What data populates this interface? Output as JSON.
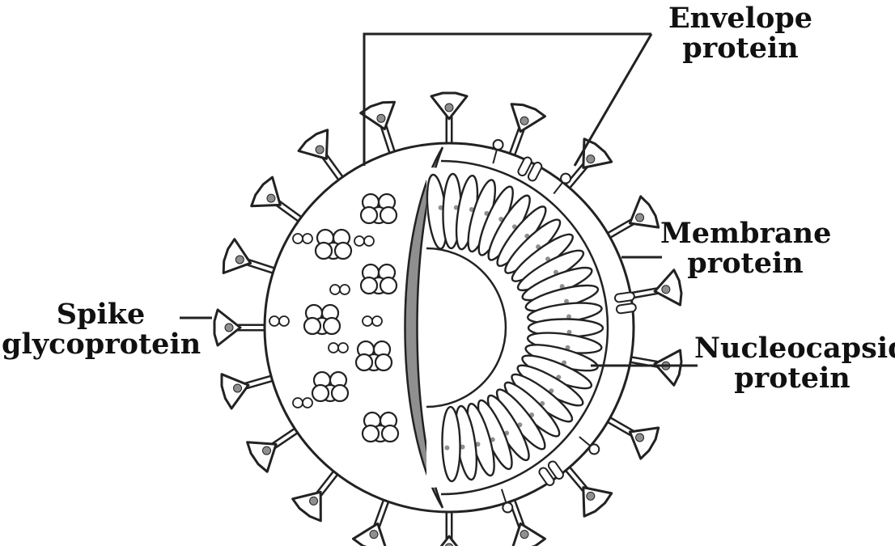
{
  "diagram": {
    "labels": {
      "envelope": [
        "Envelope",
        "protein"
      ],
      "membrane": [
        "Membrane",
        "protein"
      ],
      "nucleocapsid": [
        "Nucleocapsid",
        "protein"
      ],
      "spike": [
        "Spike",
        "glycoprotein"
      ]
    },
    "colors": {
      "stroke": "#222222",
      "shade": "#8f8f8f",
      "background": "#ffffff"
    }
  }
}
